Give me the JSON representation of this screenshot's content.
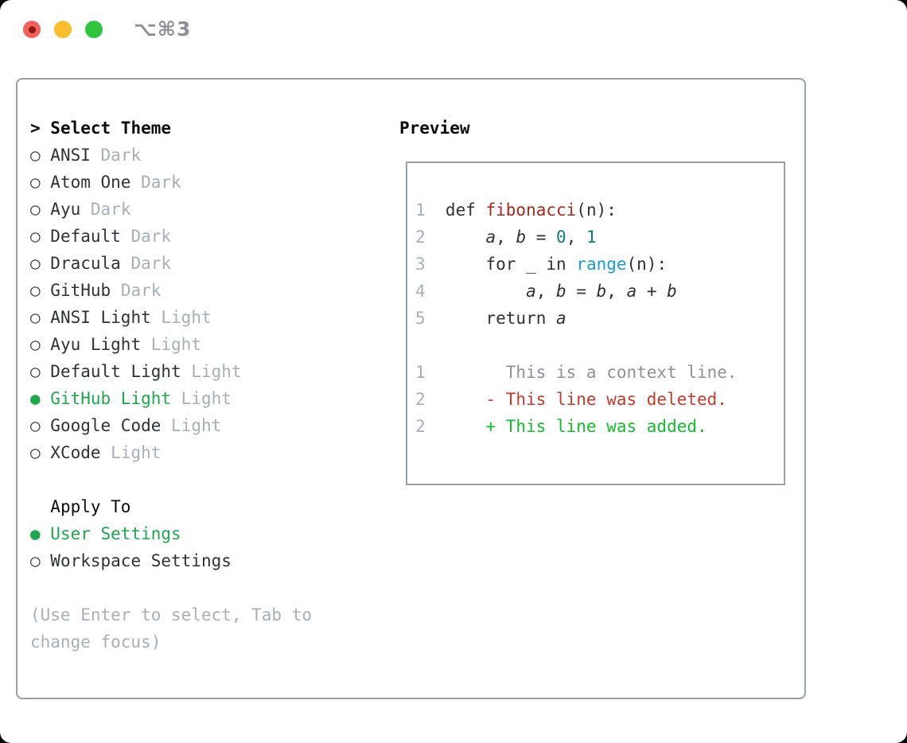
{
  "window": {
    "title": "⌥⌘3"
  },
  "traffic_lights": [
    {
      "name": "close",
      "color": "#f4605b"
    },
    {
      "name": "minimize",
      "color": "#fcbc2f"
    },
    {
      "name": "zoom",
      "color": "#2ec63d"
    }
  ],
  "colors": {
    "accent_green": "#1fa84c",
    "added_green": "#14bd2d",
    "deleted_red": "#c63a2b",
    "function_red": "#aa281e",
    "builtin_blue": "#199bd8",
    "number_teal": "#0e7d7b",
    "text_dark": "#2d3339",
    "muted_gray": "#a7b0b9",
    "context_gray": "#8b9299",
    "border_gray": "#98a1ab",
    "titlebar_gray": "#8c9096"
  },
  "glyphs": {
    "radio_selected": "●",
    "radio_unselected": "○"
  },
  "theme_panel": {
    "header_prefix": ">",
    "header": "Select Theme",
    "themes": [
      {
        "name": "ANSI",
        "variant": "Dark",
        "selected": false
      },
      {
        "name": "Atom One",
        "variant": "Dark",
        "selected": false
      },
      {
        "name": "Ayu",
        "variant": "Dark",
        "selected": false
      },
      {
        "name": "Default",
        "variant": "Dark",
        "selected": false
      },
      {
        "name": "Dracula",
        "variant": "Dark",
        "selected": false
      },
      {
        "name": "GitHub",
        "variant": "Dark",
        "selected": false
      },
      {
        "name": "ANSI Light",
        "variant": "Light",
        "selected": false
      },
      {
        "name": "Ayu Light",
        "variant": "Light",
        "selected": false
      },
      {
        "name": "Default Light",
        "variant": "Light",
        "selected": false
      },
      {
        "name": "GitHub Light",
        "variant": "Light",
        "selected": true
      },
      {
        "name": "Google Code",
        "variant": "Light",
        "selected": false
      },
      {
        "name": "XCode",
        "variant": "Light",
        "selected": false
      }
    ],
    "apply_header": "Apply To",
    "apply_options": [
      {
        "label": "User Settings",
        "selected": true
      },
      {
        "label": "Workspace Settings",
        "selected": false
      }
    ],
    "help_lines": [
      "(Use Enter to select, Tab to",
      "change focus)"
    ]
  },
  "preview": {
    "header": "Preview",
    "lines": [
      {
        "n": "1",
        "segments": [
          {
            "text": "def ",
            "style": "code"
          },
          {
            "text": "fibonacci",
            "style": "function"
          },
          {
            "text": "(n):",
            "style": "code"
          }
        ]
      },
      {
        "n": "2",
        "segments": [
          {
            "text": "    ",
            "style": "code"
          },
          {
            "text": "a",
            "style": "variable"
          },
          {
            "text": ", ",
            "style": "code"
          },
          {
            "text": "b",
            "style": "variable"
          },
          {
            "text": " = ",
            "style": "code"
          },
          {
            "text": "0",
            "style": "number"
          },
          {
            "text": ", ",
            "style": "code"
          },
          {
            "text": "1",
            "style": "number"
          }
        ]
      },
      {
        "n": "3",
        "segments": [
          {
            "text": "    for _ in ",
            "style": "code"
          },
          {
            "text": "range",
            "style": "builtin"
          },
          {
            "text": "(n):",
            "style": "code"
          }
        ]
      },
      {
        "n": "4",
        "segments": [
          {
            "text": "        ",
            "style": "code"
          },
          {
            "text": "a",
            "style": "variable"
          },
          {
            "text": ", ",
            "style": "code"
          },
          {
            "text": "b",
            "style": "variable"
          },
          {
            "text": " = ",
            "style": "code"
          },
          {
            "text": "b",
            "style": "variable"
          },
          {
            "text": ", ",
            "style": "code"
          },
          {
            "text": "a",
            "style": "variable"
          },
          {
            "text": " + ",
            "style": "code"
          },
          {
            "text": "b",
            "style": "variable"
          }
        ]
      },
      {
        "n": "5",
        "segments": [
          {
            "text": "    return ",
            "style": "code"
          },
          {
            "text": "a",
            "style": "variable"
          }
        ]
      },
      {
        "n": "",
        "segments": []
      },
      {
        "n": "1",
        "segments": [
          {
            "text": "      This is a context line.",
            "style": "context"
          }
        ]
      },
      {
        "n": "2",
        "segments": [
          {
            "text": "    - This line was deleted.",
            "style": "deleted"
          }
        ]
      },
      {
        "n": "2",
        "segments": [
          {
            "text": "    + This line was added.",
            "style": "added"
          }
        ]
      }
    ]
  }
}
